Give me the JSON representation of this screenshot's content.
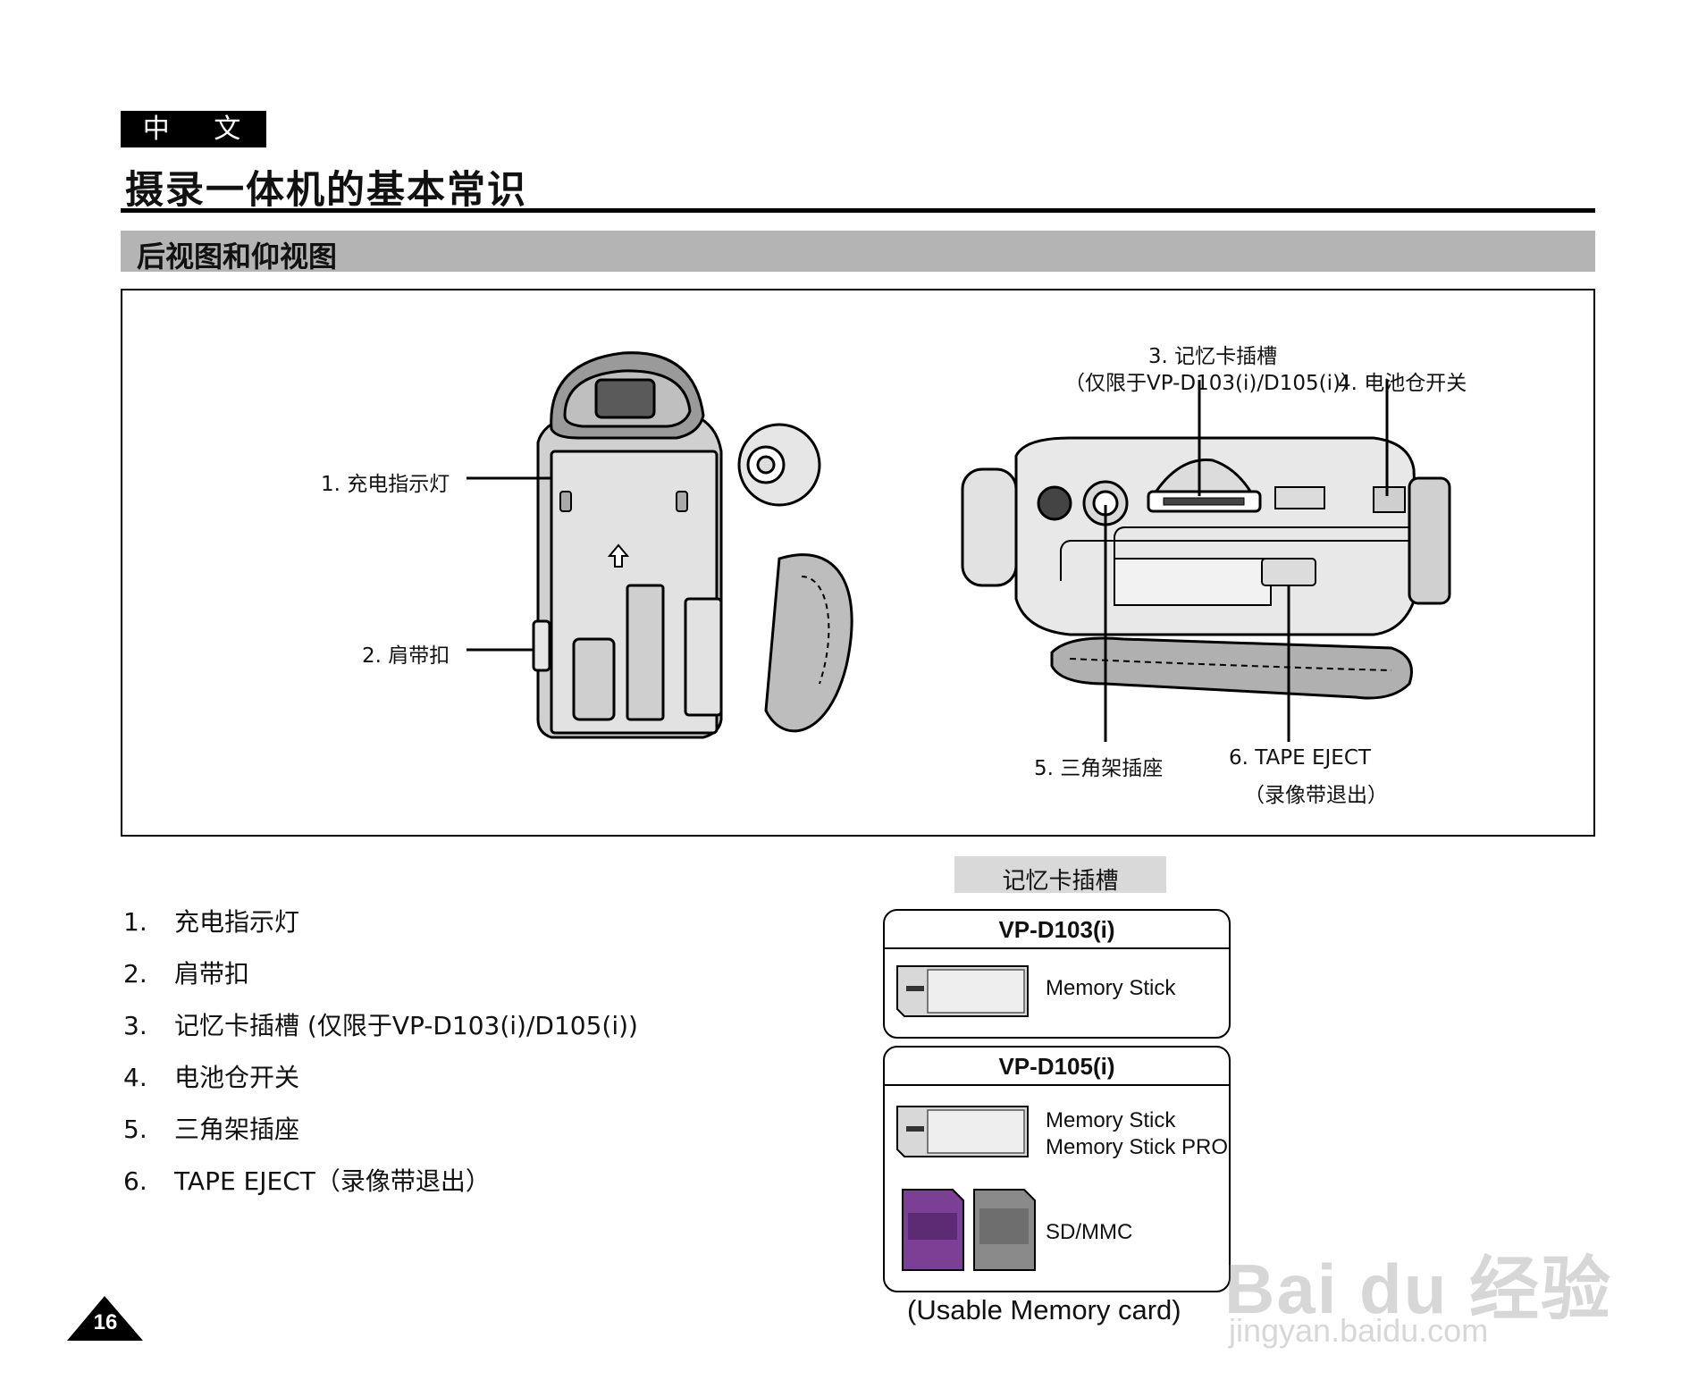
{
  "header": {
    "language_tag": "中 文",
    "page_title": "摄录一体机的基本常识",
    "section_title": "后视图和仰视图"
  },
  "figure": {
    "callouts": {
      "charge_indicator": "1. 充电指示灯",
      "shoulder_strap": "2. 肩带扣",
      "memory_slot_line1": "3. 记忆卡插槽",
      "memory_slot_line2": "（仅限于VP-D103(i)/D105(i)）",
      "battery_switch": "4. 电池仓开关",
      "tripod": "5. 三角架插座",
      "tape_eject_line1": "6. TAPE EJECT",
      "tape_eject_line2": "（录像带退出）"
    }
  },
  "list": [
    {
      "num": "1.",
      "text": "充电指示灯"
    },
    {
      "num": "2.",
      "text": "肩带扣"
    },
    {
      "num": "3.",
      "text": "记忆卡插槽 (仅限于VP-D103(i)/D105(i))"
    },
    {
      "num": "4.",
      "text": "电池仓开关"
    },
    {
      "num": "5.",
      "text": "三角架插座"
    },
    {
      "num": "6.",
      "text": "TAPE EJECT（录像带退出）"
    }
  ],
  "memory_cards": {
    "slot_label": "记忆卡插槽",
    "models": [
      {
        "name": "VP-D103(i)",
        "cards": [
          "Memory Stick"
        ]
      },
      {
        "name": "VP-D105(i)",
        "cards": [
          "Memory Stick",
          "Memory Stick PRO",
          "SD/MMC"
        ]
      }
    ],
    "caption": "(Usable Memory card)"
  },
  "page_number": "16",
  "watermark": {
    "main": "Bai du 经验",
    "url": "jingyan.baidu.com"
  }
}
